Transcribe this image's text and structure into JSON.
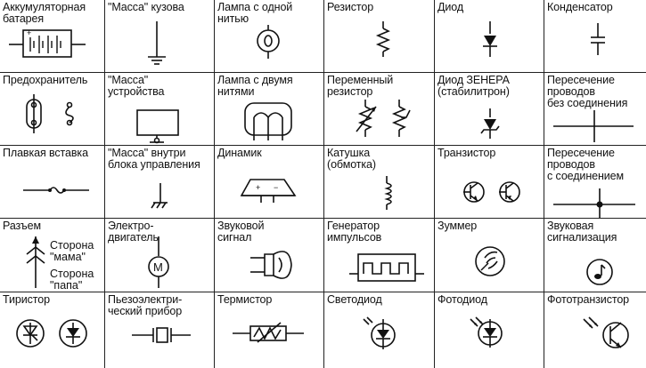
{
  "cells": [
    {
      "id": "battery",
      "label": "Аккумуляторная\nбатарея",
      "icon": "battery-icon"
    },
    {
      "id": "body-ground",
      "label": "\"Масса\" кузова",
      "icon": "body-ground-icon"
    },
    {
      "id": "lamp-single",
      "label": "Лампа с одной\nнитью",
      "icon": "single-filament-lamp-icon"
    },
    {
      "id": "resistor",
      "label": "Резистор",
      "icon": "resistor-icon"
    },
    {
      "id": "diode",
      "label": "Диод",
      "icon": "diode-icon"
    },
    {
      "id": "capacitor",
      "label": "Конденсатор",
      "icon": "capacitor-icon"
    },
    {
      "id": "fuse",
      "label": "Предохранитель",
      "icon": "fuse-icon"
    },
    {
      "id": "device-ground",
      "label": "\"Масса\"\nустройства",
      "icon": "device-ground-icon"
    },
    {
      "id": "lamp-double",
      "label": "Лампа с двумя\nнитями",
      "icon": "double-filament-lamp-icon"
    },
    {
      "id": "variable-resistor",
      "label": "Переменный\nрезистор",
      "icon": "variable-resistor-icon"
    },
    {
      "id": "zener-diode",
      "label": "Диод ЗЕНЕРА\n(стабилитрон)",
      "icon": "zener-diode-icon"
    },
    {
      "id": "wires-crossing",
      "label": "Пересечение\nпроводов\nбез соединения",
      "icon": "wires-crossing-icon"
    },
    {
      "id": "fusible-link",
      "label": "Плавкая вставка",
      "icon": "fusible-link-icon"
    },
    {
      "id": "ecu-ground",
      "label": "\"Масса\" внутри\nблока управления",
      "icon": "ecu-ground-icon"
    },
    {
      "id": "speaker",
      "label": "Динамик",
      "icon": "speaker-icon"
    },
    {
      "id": "coil",
      "label": "Катушка\n(обмотка)",
      "icon": "coil-icon"
    },
    {
      "id": "transistor",
      "label": "Транзистор",
      "icon": "transistor-icon"
    },
    {
      "id": "wires-connected",
      "label": "Пересечение\nпроводов\nс соединением",
      "icon": "wires-connected-icon"
    },
    {
      "id": "connector",
      "label": "Разъем",
      "icon": "connector-icon",
      "female": "Сторона\n\"мама\"",
      "male": "Сторона\n\"папа\""
    },
    {
      "id": "motor",
      "label": "Электро-\nдвигатель",
      "icon": "motor-icon"
    },
    {
      "id": "horn",
      "label": "Звуковой\nсигнал",
      "icon": "horn-icon"
    },
    {
      "id": "pulse-generator",
      "label": "Генератор\nимпульсов",
      "icon": "pulse-generator-icon"
    },
    {
      "id": "buzzer",
      "label": "Зуммер",
      "icon": "buzzer-icon"
    },
    {
      "id": "sound-alarm",
      "label": "Звуковая\nсигнализация",
      "icon": "sound-alarm-icon"
    },
    {
      "id": "thyristor",
      "label": "Тиристор",
      "icon": "thyristor-icon"
    },
    {
      "id": "piezo",
      "label": "Пьезоэлектри-\nческий прибор",
      "icon": "piezo-icon"
    },
    {
      "id": "thermistor",
      "label": "Термистор",
      "icon": "thermistor-icon"
    },
    {
      "id": "led",
      "label": "Светодиод",
      "icon": "led-icon"
    },
    {
      "id": "photodiode",
      "label": "Фотодиод",
      "icon": "photodiode-icon"
    },
    {
      "id": "phototransistor",
      "label": "Фототранзистор",
      "icon": "phototransistor-icon"
    }
  ]
}
